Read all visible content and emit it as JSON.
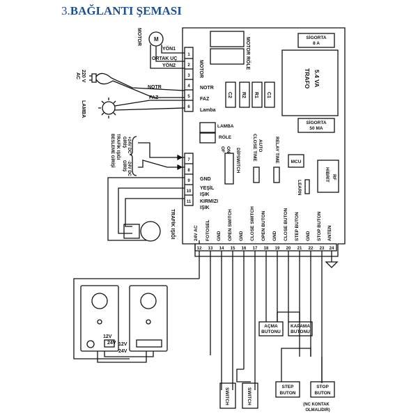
{
  "heading": {
    "number": "3.",
    "title": "BAĞLANTI ŞEMASI"
  },
  "board": {
    "motor_role": "MOTOR RÖLE",
    "sigorta_top_1": "SİGORTA",
    "sigorta_top_2": "8 A",
    "trafo_1": "5.4 VA",
    "trafo_2": "TRAFO",
    "sigorta_bottom_1": "SİGORTA",
    "sigorta_bottom_2": "50 MA",
    "caps": [
      "C2",
      "R2",
      "R1",
      "C1"
    ],
    "lamba_role_1": "LAMBA",
    "lamba_role_2": "RÖLE",
    "dip_on": "ON",
    "dip_of": "OF",
    "dip_switch": "DİPSWITCH",
    "auto_1": "AUTO",
    "auto_2": "CLOSE TIME",
    "relay_time": "RELAY TIME",
    "mcu": "MCU",
    "learn": "LEARN",
    "rf_1": "RF",
    "rf_2": "HİBRİT"
  },
  "left_terminals": [
    "1",
    "2",
    "3",
    "4",
    "5",
    "6"
  ],
  "left_labels": {
    "yon1": "YÖN1",
    "ortak": "ORTAK UÇ",
    "yon2": "YÖN2",
    "motor": "MOTOR",
    "notr": "NOTR",
    "faz": "FAZ",
    "lamba": "Lamba"
  },
  "external": {
    "motor": "MOTOR",
    "motor_symbol": "M",
    "ac_220": "220 V",
    "ac": "AC",
    "notr": "NOTR",
    "faz": "FAZ",
    "lamba": "LAMBA",
    "dc_24_top": "+24V DC",
    "giris_1": "GİRİŞ",
    "dc_24_bottom": "-24V DC",
    "giris_2": "GİRİŞ",
    "trafik_1": "TRAFİK IŞIĞI",
    "trafik_2": "BESLEME GİRİŞİ",
    "trafik_isigi": "TRAFİK IŞIĞI"
  },
  "mid_terminals": [
    "7",
    "8",
    "9",
    "10",
    "11"
  ],
  "mid_labels": {
    "gnd": "GND",
    "yesil_1": "YEŞİL",
    "yesil_2": "IŞIK",
    "kirmizi_1": "KIRMIZI",
    "kirmizi_2": "IŞIK"
  },
  "bottom_terminals": [
    "12",
    "13",
    "14",
    "15",
    "16",
    "17",
    "18",
    "19",
    "20",
    "21",
    "22",
    "23",
    "24"
  ],
  "bottom_labels": [
    "24V AC",
    "FOTOSEL",
    "GND",
    "OPEN SWITCH",
    "GND",
    "CLOSE SWITCH",
    "OPEN BUTON",
    "GND",
    "CLOSE BUTON",
    "STEP BUTON",
    "GND",
    "STOP BUTON",
    "ANTEN"
  ],
  "modules": {
    "v12a": "12V",
    "v12b": "12V",
    "v24a": "24V",
    "v24b": "24V"
  },
  "buttons": {
    "acma_1": "AÇMA",
    "acma_2": "BUTONU",
    "kapama_1": "KAPAMA",
    "kapama_2": "BUTONU",
    "step_1": "STEP",
    "step_2": "BUTON",
    "stop_1": "STOP",
    "stop_2": "BUTON",
    "nc_1": "(NC KONTAK",
    "nc_2": "OLMALIDIR)"
  },
  "switches": [
    "SWITCH",
    "SWITCH"
  ]
}
